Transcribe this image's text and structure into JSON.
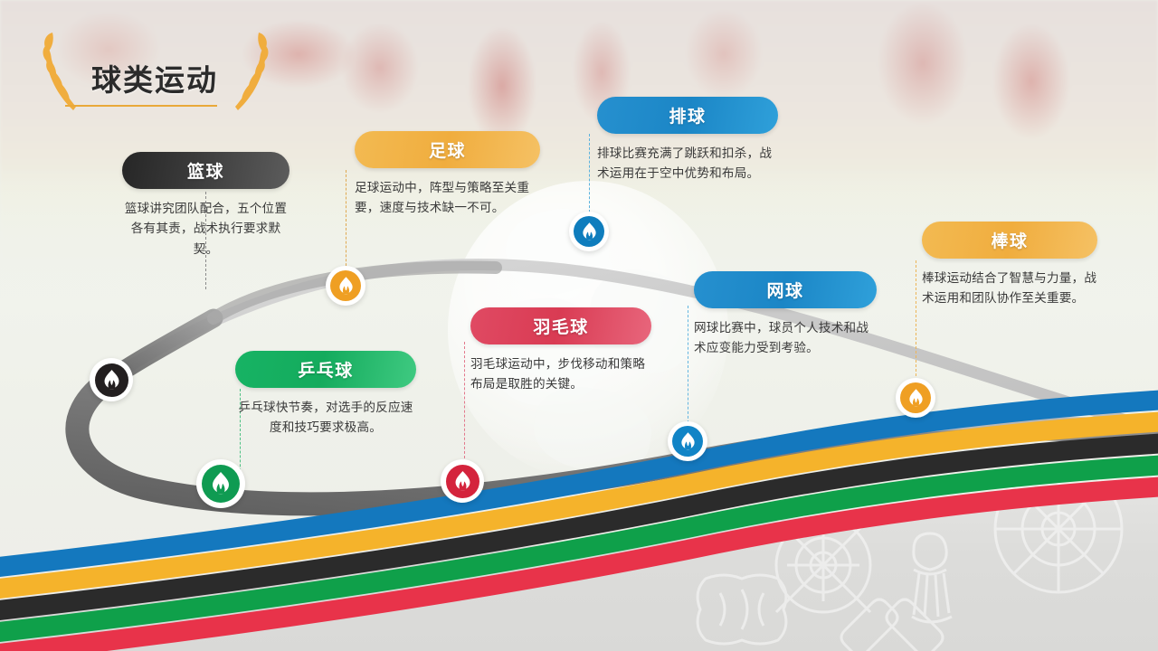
{
  "slide": {
    "title": "球类运动",
    "accent_rule_color": "#e9a93a",
    "laurel_color": "#f0ad3e",
    "background_note": "stadium-photo-faded",
    "watermark_icons": [
      "shuttlecock-icon",
      "crossed-rackets-icon",
      "badminton-racket-icon",
      "laurel-crest-icon"
    ]
  },
  "track": {
    "color_dark": "#6d6d6d",
    "color_light": "#c9c9c9"
  },
  "ribbon": {
    "colors": [
      "#1478be",
      "#f5b32b",
      "#2b2b2b",
      "#0fa04a",
      "#e8334a"
    ]
  },
  "cards": [
    {
      "id": "basketball",
      "label": "篮球",
      "desc": "篮球讲究团队配合，五个位置各有其责，战术执行要求默契。",
      "color": "#3c3c3c",
      "gradient_class": "grad-dark",
      "marker_icon": "flame-icon"
    },
    {
      "id": "football",
      "label": "足球",
      "desc": "足球运动中，阵型与策略至关重要，速度与技术缺一不可。",
      "color": "#f0ad3e",
      "gradient_class": "grad-orange",
      "marker_icon": "flame-icon"
    },
    {
      "id": "volleyball",
      "label": "排球",
      "desc": "排球比赛充满了跳跃和扣杀，战术运用在于空中优势和布局。",
      "color": "#1b86c6",
      "gradient_class": "grad-blue",
      "marker_icon": "flame-icon"
    },
    {
      "id": "baseball",
      "label": "棒球",
      "desc": "棒球运动结合了智慧与力量，战术运用和团队协作至关重要。",
      "color": "#f0ad3e",
      "gradient_class": "grad-orange",
      "marker_icon": "flame-icon"
    },
    {
      "id": "tennis",
      "label": "网球",
      "desc": "网球比赛中，球员个人技术和战术应变能力受到考验。",
      "color": "#1b86c6",
      "gradient_class": "grad-blue",
      "marker_icon": "flame-icon"
    },
    {
      "id": "badminton",
      "label": "羽毛球",
      "desc": "羽毛球运动中，步伐移动和策略布局是取胜的关键。",
      "color": "#d93b53",
      "gradient_class": "grad-red",
      "marker_icon": "flame-icon"
    },
    {
      "id": "tabletennis",
      "label": "乒乓球",
      "desc": "乒乓球快节奏，对选手的反应速度和技巧要求极高。",
      "color": "#14ab5d",
      "gradient_class": "grad-green",
      "marker_icon": "flame-icon"
    }
  ],
  "markers": [
    {
      "id": "marker-basketball",
      "color": "#231f20",
      "icon": "flame-icon"
    },
    {
      "id": "marker-football",
      "color": "#ef9f23",
      "icon": "flame-icon"
    },
    {
      "id": "marker-tabletennis",
      "color": "#0f9b52",
      "icon": "flame-icon"
    },
    {
      "id": "marker-badminton",
      "color": "#d4233c",
      "icon": "flame-icon"
    },
    {
      "id": "marker-volleyball",
      "color": "#0f7dbd",
      "icon": "flame-icon"
    },
    {
      "id": "marker-tennis",
      "color": "#1184c6",
      "icon": "flame-icon"
    },
    {
      "id": "marker-baseball",
      "color": "#ef9f23",
      "icon": "flame-icon"
    }
  ]
}
